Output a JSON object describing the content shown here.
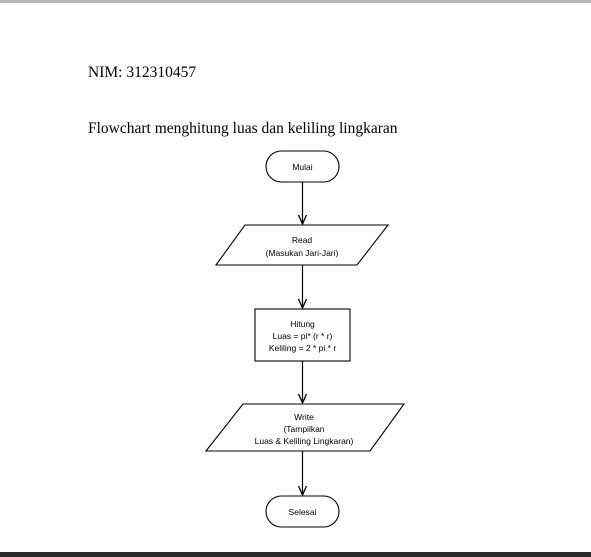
{
  "document": {
    "nim": "NIM: 312310457",
    "title": "Flowchart menghitung luas dan keliling lingkaran"
  },
  "flowchart": {
    "start": {
      "label": "Mulai"
    },
    "input": {
      "lines": [
        "Read",
        "(Masukan Jari-Jari)"
      ]
    },
    "process": {
      "lines": [
        "Hitung",
        "Luas = pi* (r * r)",
        "Keliling =  2 * pi * r"
      ]
    },
    "output": {
      "lines": [
        "Write",
        "(Tampilkan",
        "Luas & Keliling Lingkaran)"
      ]
    },
    "end": {
      "label": "Selesai"
    }
  }
}
